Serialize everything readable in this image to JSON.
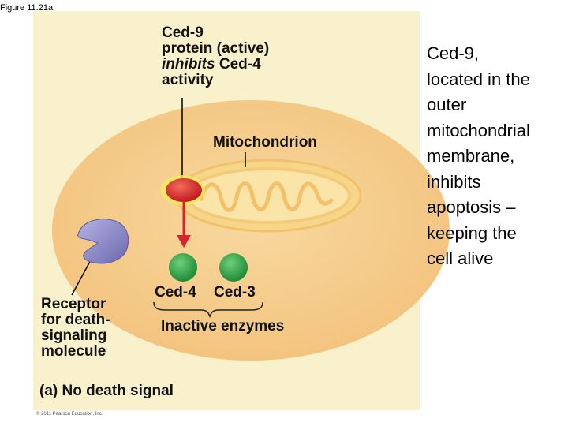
{
  "figure_label": "Figure 11.21a",
  "top_label": {
    "line1": "Ced-9",
    "line2": "protein (active)",
    "line3_italic": "inhibits",
    "line3_rest": " Ced-4",
    "line4": "activity"
  },
  "mitochondrion_label": "Mitochondrion",
  "ced4_label": "Ced-4",
  "ced3_label": "Ced-3",
  "inactive_label": "Inactive enzymes",
  "receptor_label": {
    "line1": "Receptor",
    "line2": "for death-",
    "line3": "signaling",
    "line4": "molecule"
  },
  "caption": "(a) No death signal",
  "copyright": "© 2011 Pearson Education, Inc.",
  "side_text": [
    "Ced-9,",
    "located in the",
    "outer",
    "mitochondrial",
    "membrane,",
    "inhibits",
    "apoptosis –",
    "keeping the",
    "cell alive"
  ],
  "colors": {
    "panel_bg": "#f9f0cc",
    "cell_fill": "#f6cf8e",
    "mito_fill": "#f9df9a",
    "ced9_red": "#d8262a",
    "ced_green": "#3aa64a",
    "receptor_purple": "#8a88c6",
    "arrow_red": "#d7262b"
  }
}
